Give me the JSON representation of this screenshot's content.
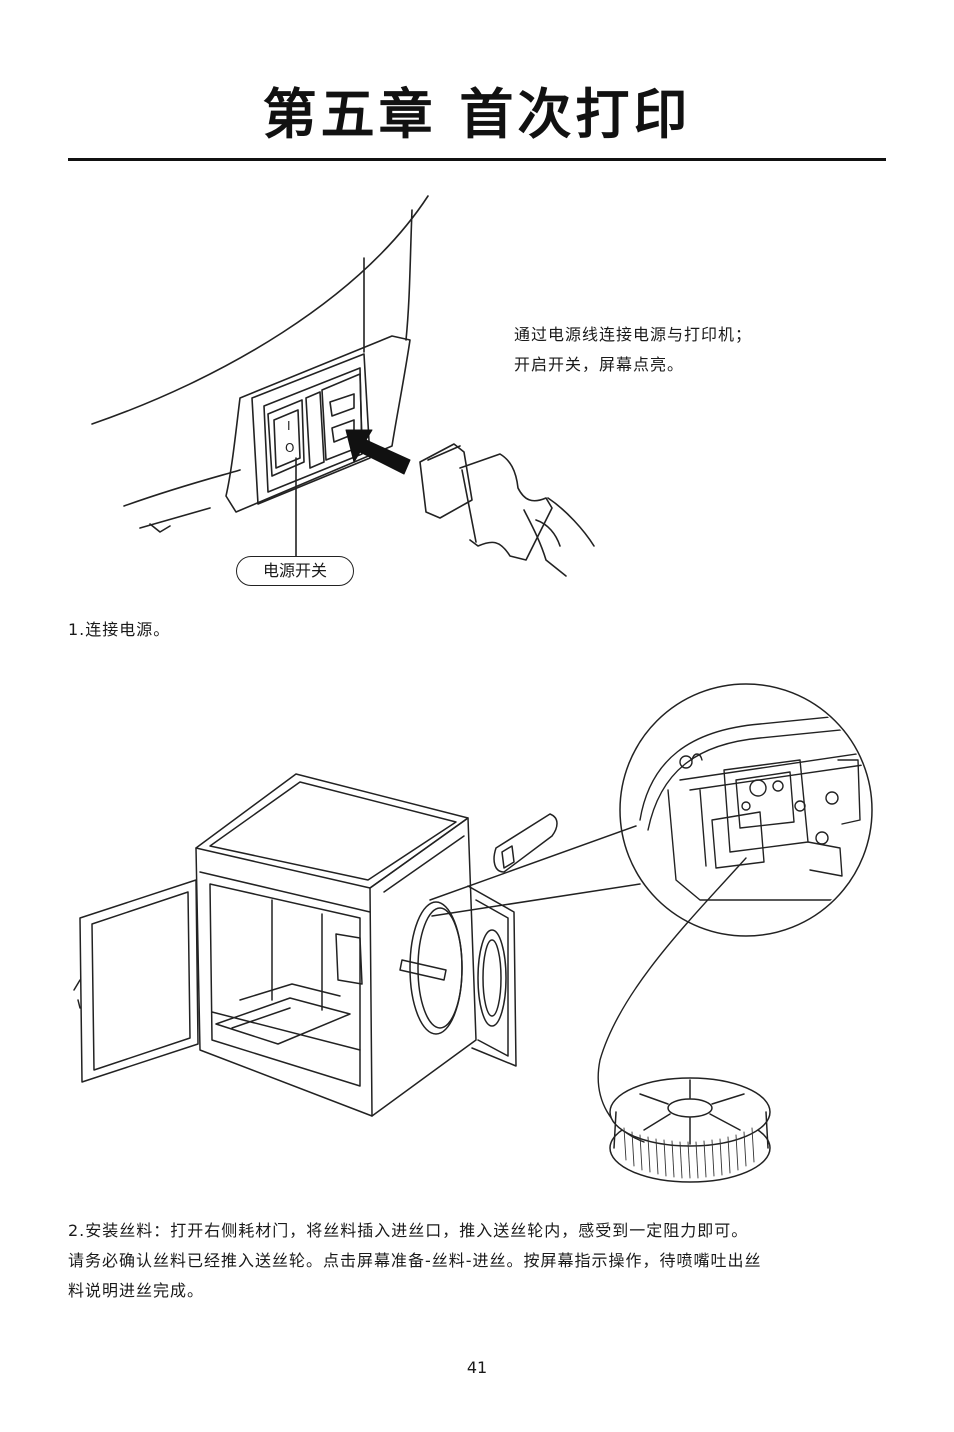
{
  "chapter_title": "第五章 首次打印",
  "power_figure": {
    "note_lines": [
      "通过电源线连接电源与打印机；",
      "开启开关，屏幕点亮。"
    ],
    "switch_label": "电源开关",
    "switch_symbols": [
      "I",
      "O"
    ]
  },
  "step1_caption": "1.连接电源。",
  "step2_caption_lines": [
    "2.安装丝料：打开右侧耗材门，将丝料插入进丝口，推入送丝轮内，感受到一定阻力即可。",
    "请务必确认丝料已经推入送丝轮。点击屏幕准备-丝料-进丝。按屏幕指示操作，待喷嘴吐出丝",
    "料说明进丝完成。"
  ],
  "page_number": "41"
}
